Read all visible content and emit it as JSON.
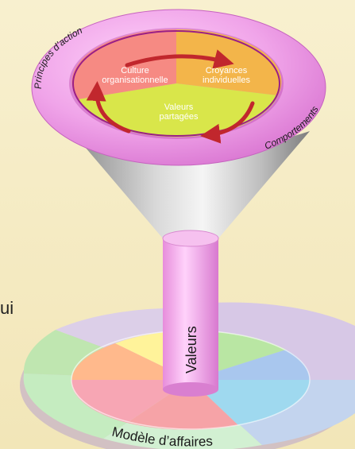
{
  "funnel": {
    "ring_labels": {
      "top": "Principes d’action",
      "right": "Comportements"
    },
    "inner_cycle": {
      "culture": [
        "Culture",
        "organisationnelle"
      ],
      "croyances": [
        "Croyances",
        "individuelles"
      ],
      "valeurs": [
        "Valeurs",
        "partagées"
      ]
    },
    "pipe_label": "Valeurs"
  },
  "base": {
    "label": "Modèle d’affaires"
  },
  "edge_text": "ui",
  "colors": {
    "background": "#f5ebc4",
    "top_ring": "#f0a6e8",
    "pipe": "#f3a3e8",
    "sector_culture": "#f38d6a",
    "sector_croyances": "#f2b84a",
    "sector_valeurs": "#dbe54a",
    "arrow": "#c1272d"
  }
}
